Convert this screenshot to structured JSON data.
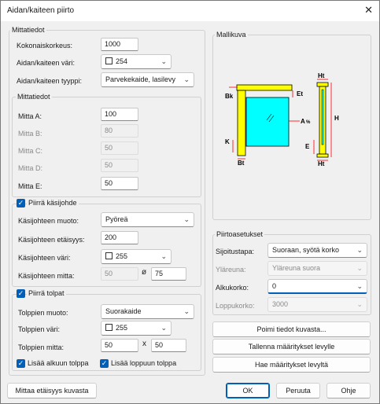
{
  "window": {
    "title": "Aidan/kaiteen piirto",
    "close_label": "✕"
  },
  "mittatiedot": {
    "title": "Mittatiedot",
    "kokonaiskorkeus_label": "Kokonaiskorkeus:",
    "kokonaiskorkeus_value": "1000",
    "vari_label": "Aidan/kaiteen väri:",
    "vari_value": "254",
    "tyyppi_label": "Aidan/kaiteen tyyppi:",
    "tyyppi_value": "Parvekekaide, lasilevy",
    "sub": {
      "title": "Mittatiedot",
      "a_label": "Mitta A:",
      "a_value": "100",
      "b_label": "Mitta B:",
      "b_value": "80",
      "c_label": "Mitta C:",
      "c_value": "50",
      "d_label": "Mitta D:",
      "d_value": "50",
      "e_label": "Mitta E:",
      "e_value": "50"
    }
  },
  "kasijohde": {
    "title": "Piirrä käsijohde",
    "muoto_label": "Käsijohteen muoto:",
    "muoto_value": "Pyöreä",
    "etaisyys_label": "Käsijohteen etäisyys:",
    "etaisyys_value": "200",
    "vari_label": "Käsijohteen väri:",
    "vari_value": "255",
    "mitta_label": "Käsijohteen mitta:",
    "mitta_value1": "50",
    "mitta_symbol": "ø",
    "mitta_value2": "75"
  },
  "tolpat": {
    "title": "Piirrä tolpat",
    "muoto_label": "Tolppien muoto:",
    "muoto_value": "Suorakaide",
    "vari_label": "Tolppien väri:",
    "vari_value": "255",
    "mitta_label": "Tolppien mitta:",
    "mitta_value1": "50",
    "mitta_symbol": "x",
    "mitta_value2": "50",
    "alku_label": "Lisää alkuun tolppa",
    "loppu_label": "Lisää loppuun tolppa"
  },
  "mallikuva": {
    "title": "Mallikuva",
    "labels": {
      "ht": "Ht",
      "bk": "Bk",
      "et": "Et",
      "a": "A",
      "pct": "%",
      "h": "H",
      "k": "K",
      "e": "E",
      "bt": "Bt"
    },
    "colors": {
      "post": "#ffff00",
      "panel": "#00ffff",
      "dim": "#ff0000",
      "outline": "#000000"
    }
  },
  "piirtoasetukset": {
    "title": "Piirtoasetukset",
    "sijoitustapa_label": "Sijoitustapa:",
    "sijoitustapa_value": "Suoraan, syötä korko",
    "ylareuna_label": "Yläreuna:",
    "ylareuna_value": "Yläreuna suora",
    "alkukorko_label": "Alkukorko:",
    "alkukorko_value": "0",
    "loppukorko_label": "Loppukorko:",
    "loppukorko_value": "3000"
  },
  "actions": {
    "poimi": "Poimi tiedot kuvasta...",
    "tallenna": "Tallenna määritykset levylle",
    "hae": "Hae määritykset levyltä",
    "mittaa": "Mittaa etäisyys kuvasta",
    "ok": "OK",
    "peruuta": "Peruuta",
    "ohje": "Ohje"
  },
  "icons": {
    "check": "✓",
    "chevron": "⌄"
  }
}
